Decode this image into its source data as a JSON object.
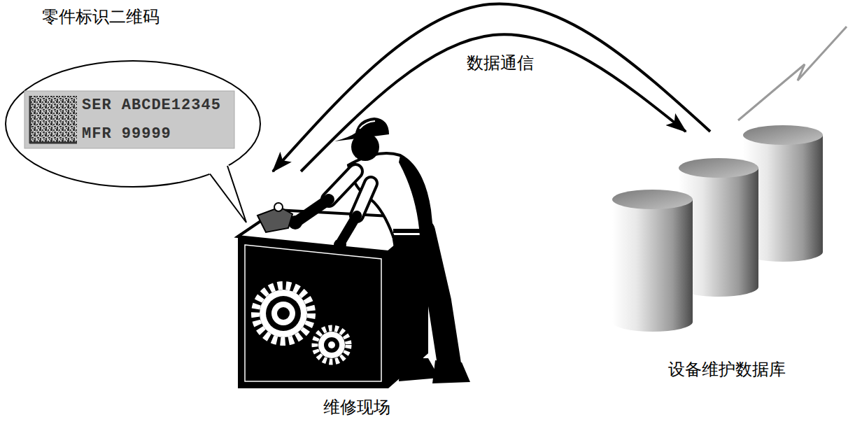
{
  "diagram": {
    "nodes": [
      {
        "text": [
          "零件标识二维码"
        ]
      },
      {
        "text": [
          "SER ABCDE12345",
          "MFR 99999"
        ],
        "in": 0
      },
      {
        "text": [
          "维修现场"
        ]
      },
      {
        "text": [
          "设备维护数据库"
        ]
      }
    ],
    "edges": [
      {
        "from": 2,
        "to": 3,
        "arrow": "to",
        "label": "数据通信"
      },
      {
        "from": 3,
        "to": 2,
        "arrow": "to"
      }
    ]
  }
}
